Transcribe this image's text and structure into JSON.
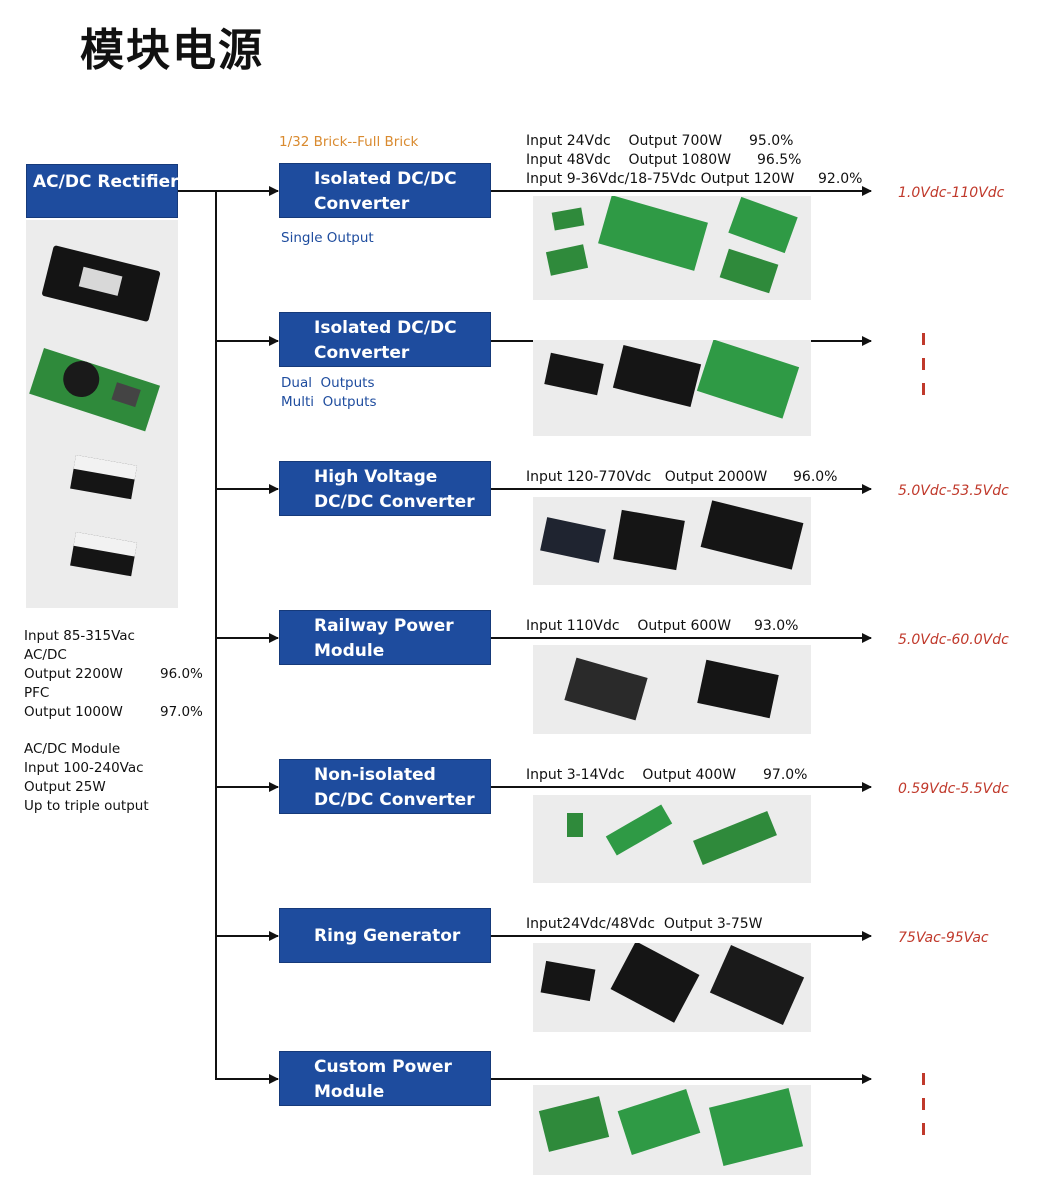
{
  "title": "模块电源",
  "rectifier": {
    "label": "AC/DC Rectifier",
    "specs": [
      "Input 85-315Vac",
      "AC/DC",
      "Output 2200W",
      "PFC",
      "Output 1000W"
    ],
    "efficiency_a": "96.0%",
    "efficiency_b": "97.0%",
    "module_specs": [
      "AC/DC Module",
      "Input 100-240Vac",
      "Output 25W",
      "Up to triple output"
    ]
  },
  "brick_note": "1/32 Brick--Full Brick",
  "rows": [
    {
      "box_lines": [
        "Isolated DC/DC",
        "Converter"
      ],
      "notes": [
        "Single Output"
      ],
      "specs": [
        {
          "text": "Input 24Vdc    Output 700W",
          "eff": "95.0%"
        },
        {
          "text": "Input 48Vdc    Output 1080W",
          "eff": "96.5%"
        },
        {
          "text": "Input 9-36Vdc/18-75Vdc Output 120W",
          "eff": "92.0%"
        }
      ],
      "range": "1.0Vdc-110Vdc"
    },
    {
      "box_lines": [
        "Isolated DC/DC",
        "Converter"
      ],
      "notes": [
        "Dual  Outputs",
        "Multi  Outputs"
      ],
      "specs": [],
      "range": ""
    },
    {
      "box_lines": [
        "High Voltage",
        "DC/DC Converter"
      ],
      "notes": [],
      "specs": [
        {
          "text": "Input 120-770Vdc   Output 2000W",
          "eff": "96.0%"
        }
      ],
      "range": "5.0Vdc-53.5Vdc"
    },
    {
      "box_lines": [
        "Railway Power",
        "Module"
      ],
      "notes": [],
      "specs": [
        {
          "text": "Input 110Vdc    Output 600W",
          "eff": "93.0%"
        }
      ],
      "range": "5.0Vdc-60.0Vdc"
    },
    {
      "box_lines": [
        "Non-isolated",
        "DC/DC Converter"
      ],
      "notes": [],
      "specs": [
        {
          "text": "Input 3-14Vdc    Output 400W",
          "eff": "97.0%"
        }
      ],
      "range": "0.59Vdc-5.5Vdc"
    },
    {
      "box_lines": [
        "Ring Generator"
      ],
      "notes": [],
      "specs": [
        {
          "text": "Input24Vdc/48Vdc  Output 3-75W",
          "eff": ""
        }
      ],
      "range": "75Vac-95Vac"
    },
    {
      "box_lines": [
        "Custom Power",
        "Module"
      ],
      "notes": [],
      "specs": [],
      "range": ""
    }
  ],
  "colors": {
    "box_blue": "#1e4c9e",
    "range_red": "#c0392b",
    "note_orange": "#d98a2f",
    "photo_bg": "#ececec"
  }
}
